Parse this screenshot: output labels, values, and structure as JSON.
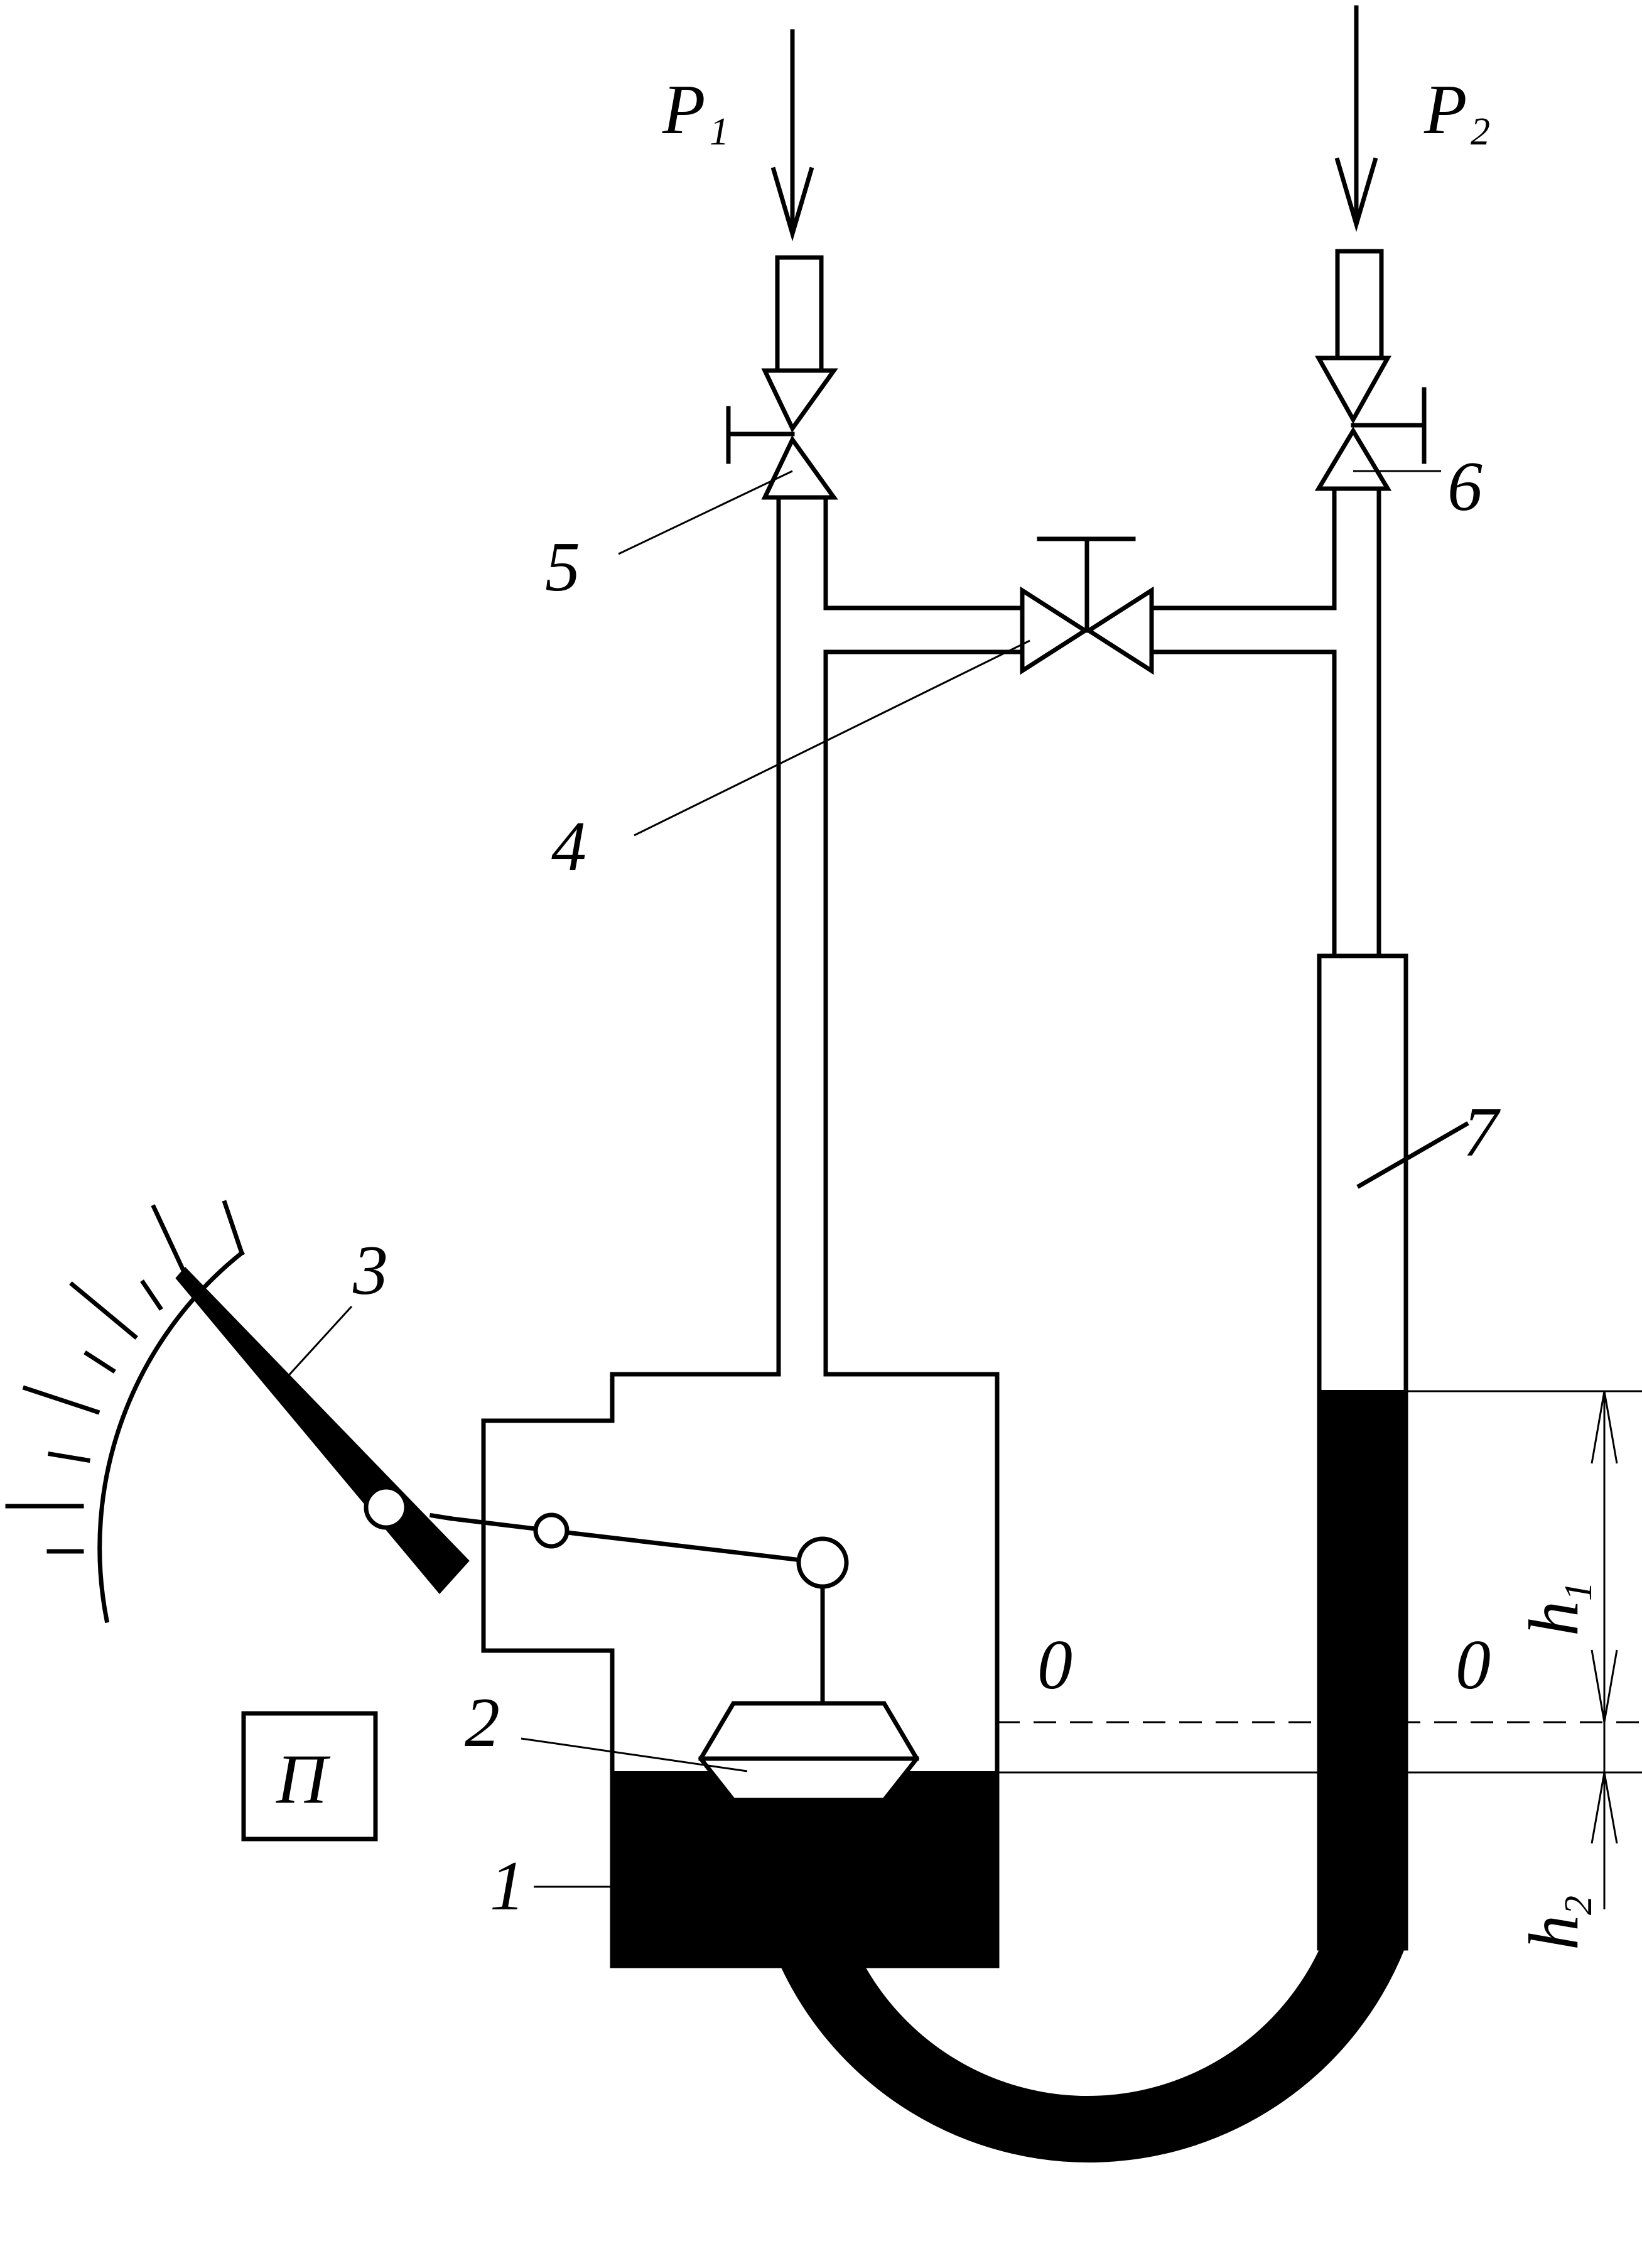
{
  "labels": {
    "p1_main": "P",
    "p1_sub": "1",
    "p2_main": "P",
    "p2_sub": "2",
    "h1_main": "h",
    "h1_sub": "1",
    "h2_main": "h",
    "h2_sub": "2",
    "zero_left": "0",
    "zero_right": "0",
    "n1": "1",
    "n2": "2",
    "n3": "3",
    "n4": "4",
    "n5": "5",
    "n6": "6",
    "n7": "7",
    "device": "П"
  },
  "colors": {
    "ink": "#000000",
    "paper": "#ffffff"
  }
}
